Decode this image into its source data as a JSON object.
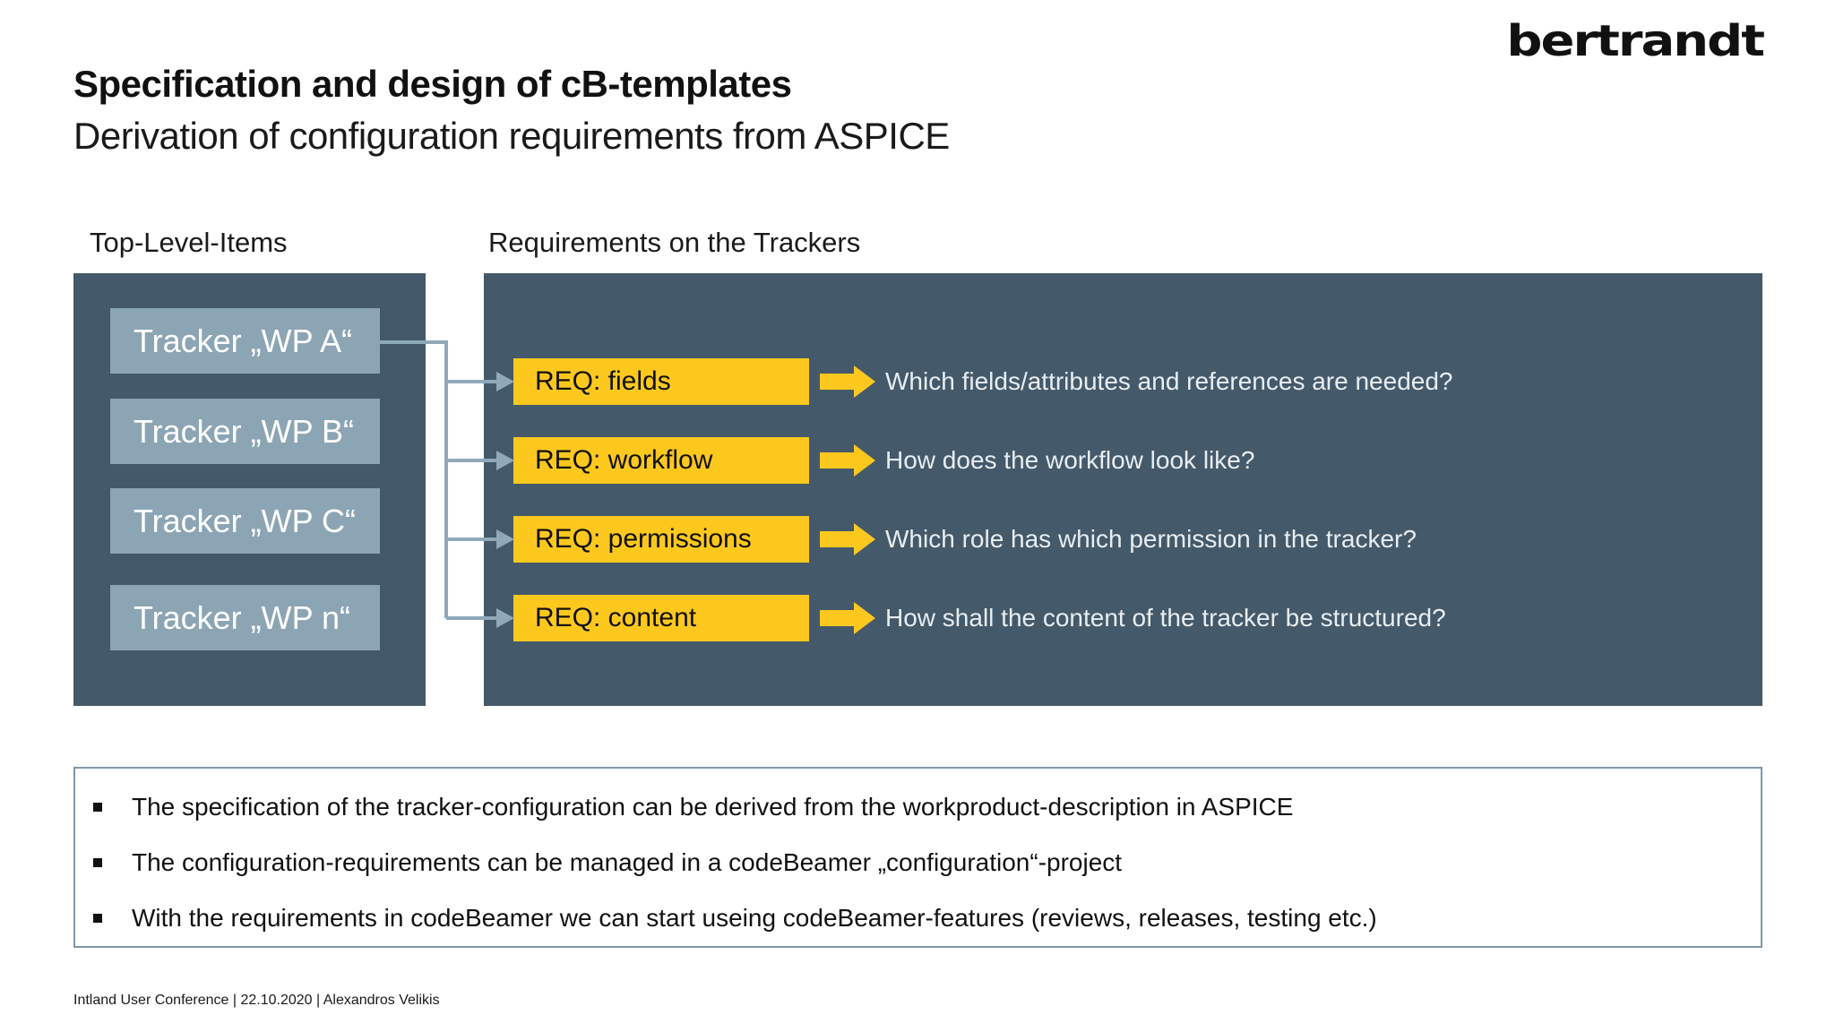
{
  "slide": {
    "title": "Specification and design of cB-templates",
    "subtitle": "Derivation of configuration requirements from ASPICE",
    "logo_text": "bertrandt",
    "footer": "Intland User Conference | 22.10.2020 | Alexandros Velikis"
  },
  "left_section": {
    "heading": "Top-Level-Items",
    "trackers": [
      "Tracker „WP A“",
      "Tracker „WP B“",
      "Tracker „WP C“",
      "Tracker „WP n“"
    ]
  },
  "right_section": {
    "heading": "Requirements on the Trackers",
    "rows": [
      {
        "req": "REQ: fields",
        "question": "Which fields/attributes and references are needed?"
      },
      {
        "req": "REQ: workflow",
        "question": "How does the workflow look like?"
      },
      {
        "req": "REQ: permissions",
        "question": "Which role has which permission in the tracker?"
      },
      {
        "req": "REQ: content",
        "question": "How shall the content of the tracker be structured?"
      }
    ]
  },
  "summary": {
    "bullets": [
      "The specification of the tracker-configuration can be derived from the workproduct-description in ASPICE",
      "The configuration-requirements can be managed in a codeBeamer „configuration“-project",
      "With the requirements in codeBeamer we can start useing codeBeamer-features (reviews, releases, testing etc.)"
    ]
  },
  "colors": {
    "panel_dark": "#44596A",
    "tracker_box": "#8CA5B4",
    "req_box_yellow": "#FDC81E",
    "connector": "#8FA9B9",
    "question_text": "#E7EEF2",
    "summary_border": "#7F97A8"
  }
}
